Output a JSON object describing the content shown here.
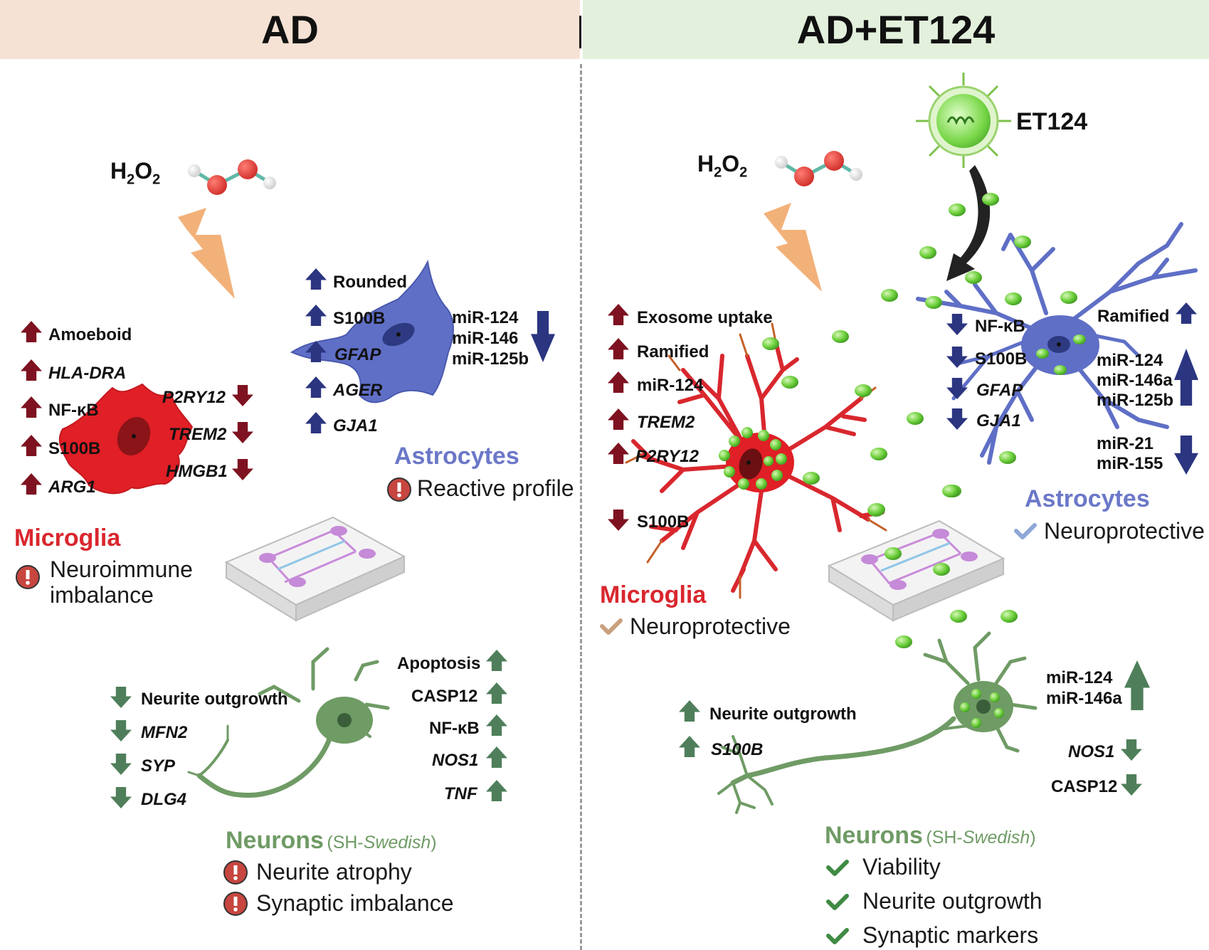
{
  "header": {
    "left_title": "AD",
    "right_title": "AD+ET124"
  },
  "colors": {
    "microglia": "#d9272e",
    "microglia_arrow": "#7e1220",
    "astro": "#6b78c8",
    "astro_arrow": "#2b3580",
    "neuron": "#6f9b65",
    "neuron_arrow": "#4f7f5a",
    "exosome": "#6ccf3a",
    "alert": "#c7463f"
  },
  "left": {
    "h2o2": {
      "main": "H",
      "s1": "2",
      "mid": "O",
      "s2": "2"
    },
    "microglia": {
      "up": [
        "Amoeboid",
        "HLA-DRA",
        "NF-κB",
        "S100B",
        "ARG1"
      ],
      "down": [
        "P2RY12",
        "TREM2",
        "HMGB1"
      ],
      "title": "Microglia",
      "status_line1": "Neuroimmune",
      "status_line2": "imbalance"
    },
    "astrocytes": {
      "up": [
        "Rounded",
        "S100B",
        "GFAP",
        "AGER",
        "GJA1"
      ],
      "mirna_down": [
        "miR-124",
        "miR-146",
        "miR-125b"
      ],
      "title": "Astrocytes",
      "status": "Reactive profile"
    },
    "neurons": {
      "down": [
        "Neurite outgrowth",
        "MFN2",
        "SYP",
        "DLG4"
      ],
      "up": [
        "Apoptosis",
        "CASP12",
        "NF-κB",
        "NOS1",
        "TNF"
      ],
      "title": "Neurons",
      "subtitle_pre": "(SH-",
      "subtitle_it": "Swedish",
      "subtitle_post": ")",
      "status": [
        "Neurite atrophy",
        "Synaptic imbalance"
      ]
    }
  },
  "right": {
    "h2o2": {
      "main": "H",
      "s1": "2",
      "mid": "O",
      "s2": "2"
    },
    "et124_label": "ET124",
    "microglia": {
      "up": [
        "Exosome uptake",
        "Ramified",
        "miR-124",
        "TREM2",
        "P2RY12"
      ],
      "down": [
        "S100B"
      ],
      "title": "Microglia",
      "status": "Neuroprotective"
    },
    "astrocytes": {
      "down": [
        "NF-κB",
        "S100B",
        "GFAP",
        "GJA1"
      ],
      "up_label": "Ramified",
      "mirna_up": [
        "miR-124",
        "miR-146a",
        "miR-125b"
      ],
      "mirna_down": [
        "miR-21",
        "miR-155"
      ],
      "title": "Astrocytes",
      "status": "Neuroprotective"
    },
    "neurons": {
      "up": [
        "Neurite outgrowth",
        "S100B"
      ],
      "mirna_up": [
        "miR-124",
        "miR-146a"
      ],
      "down": [
        "NOS1",
        "CASP12"
      ],
      "title": "Neurons",
      "subtitle_pre": "(SH-",
      "subtitle_it": "Swedish",
      "subtitle_post": ")",
      "status": [
        "Viability",
        "Neurite outgrowth",
        "Synaptic markers"
      ]
    }
  }
}
